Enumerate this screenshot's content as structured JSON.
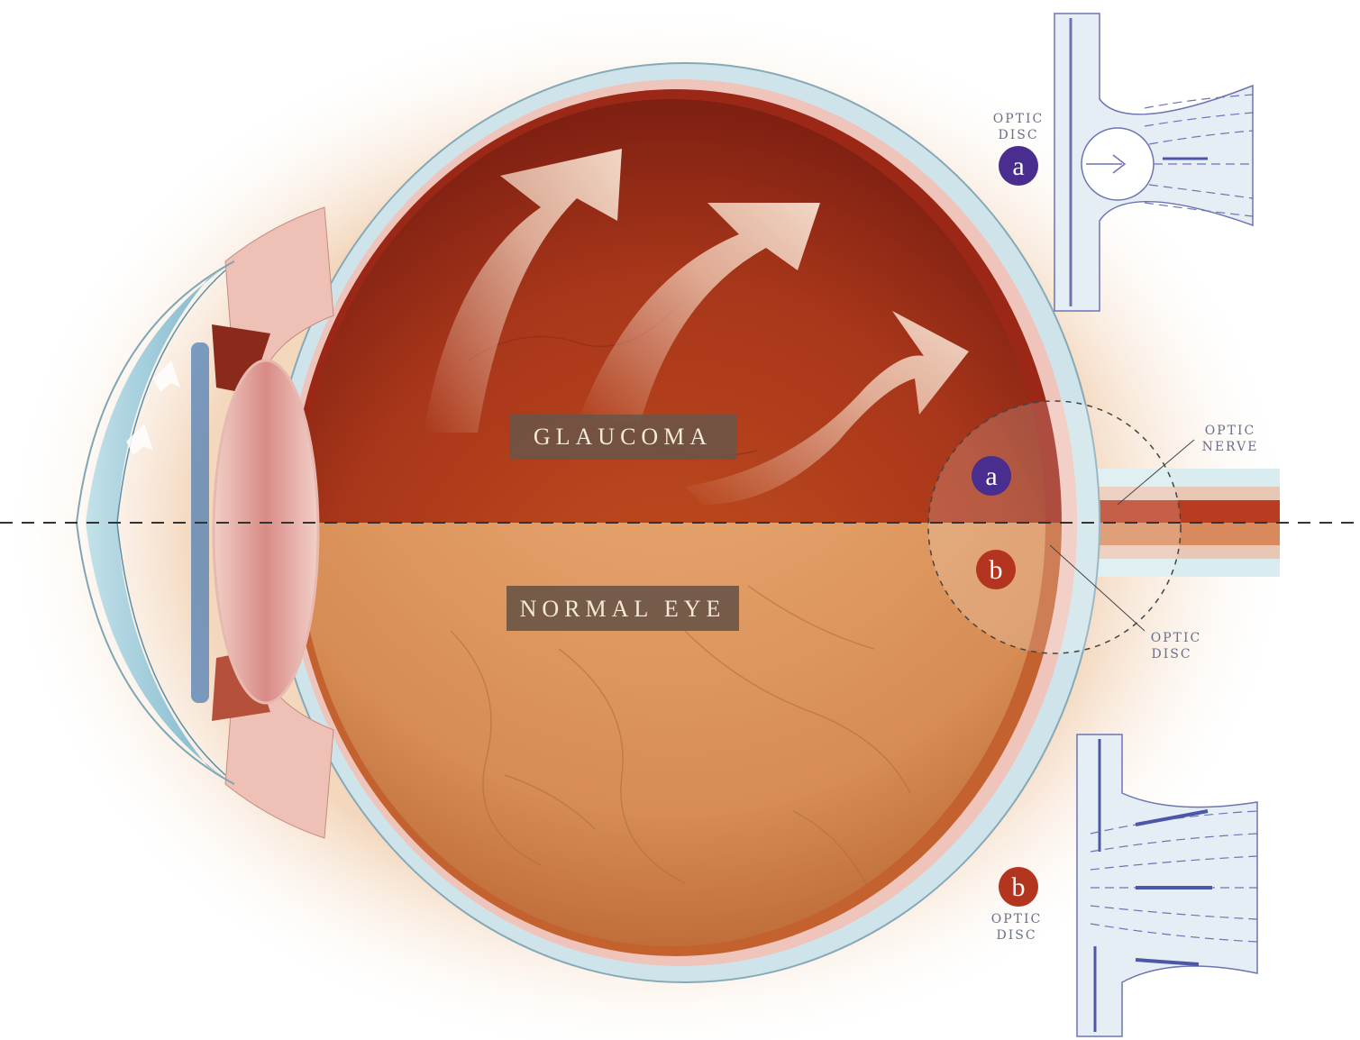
{
  "labels": {
    "glaucoma": "GLAUCOMA",
    "normal_eye": "NORMAL EYE",
    "optic_disc_a_line1": "OPTIC",
    "optic_disc_a_line2": "DISC",
    "optic_nerve_line1": "OPTIC",
    "optic_nerve_line2": "NERVE",
    "optic_disc_mid_line1": "OPTIC",
    "optic_disc_mid_line2": "DISC",
    "optic_disc_b_line1": "OPTIC",
    "optic_disc_b_line2": "DISC"
  },
  "badges": {
    "a": "a",
    "b": "b"
  },
  "colors": {
    "badge_a": "#4a2e8f",
    "badge_b": "#b4351f",
    "tag_bg": "#6b5447",
    "glaucoma_fill": "#b4431f",
    "normal_fill": "#e1a06b",
    "sclera": "#cfe4ea",
    "cornea": "#8cc3d6",
    "nerve_lines": "#6d73b3"
  }
}
